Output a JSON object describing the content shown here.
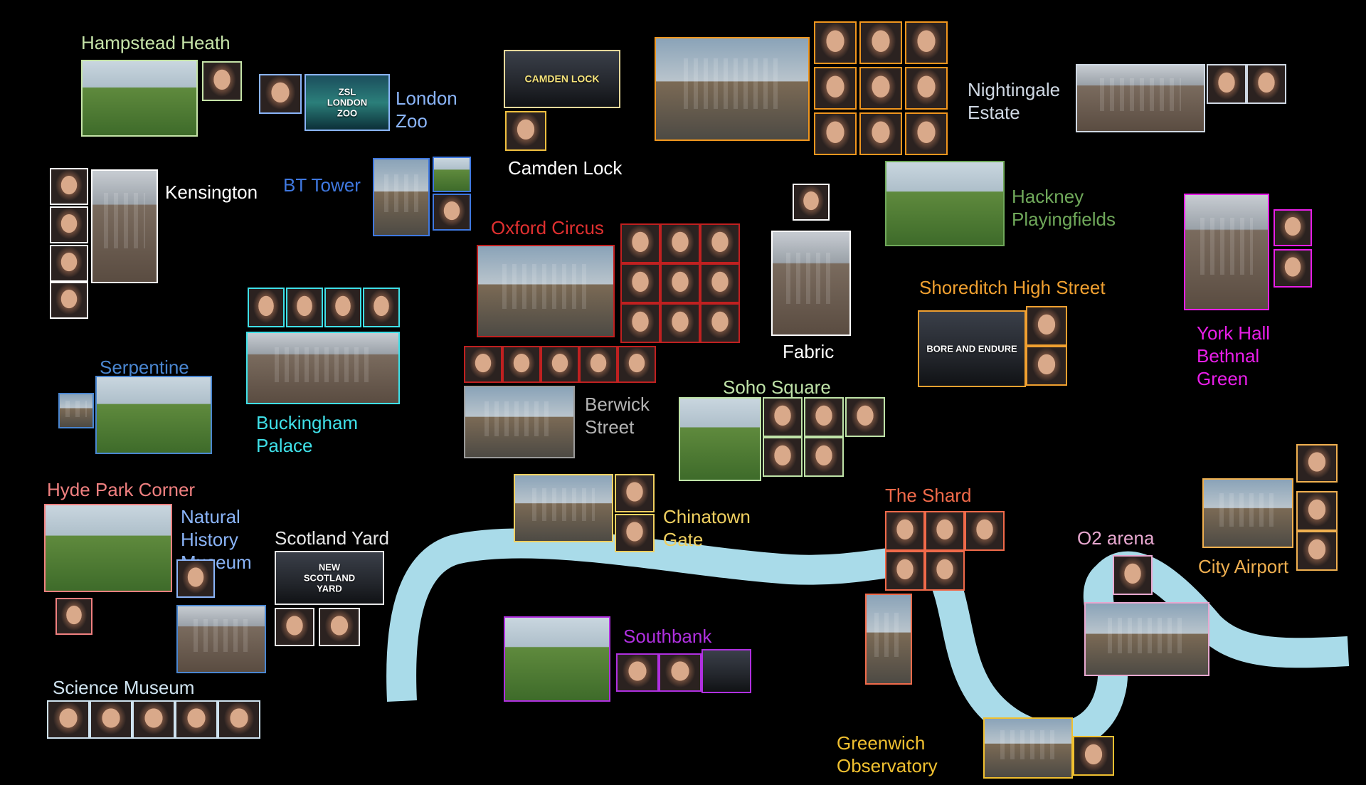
{
  "colors": {
    "background": "#000000",
    "river": "#a9dbe9"
  },
  "locations": {
    "hampstead_heath": {
      "label": "Hampstead Heath",
      "color": "#c5e3a8"
    },
    "london_zoo": {
      "label": "London\nZoo",
      "color": "#8ab4f8",
      "sign_text": "ZSL\nLONDON\nZOO"
    },
    "camden_lock": {
      "label": "Camden Lock",
      "color": "#ffffff",
      "sign_text": "CAMDEN LOCK"
    },
    "nightingale_estate": {
      "label": "Nightingale\nEstate",
      "color": "#cfd8e3"
    },
    "kensington": {
      "label": "Kensington",
      "color": "#ffffff"
    },
    "bt_tower": {
      "label": "BT Tower",
      "color": "#3f78e0"
    },
    "oxford_circus": {
      "label": "Oxford Circus",
      "color": "#e03030"
    },
    "hackney_playingfields": {
      "label": "Hackney\nPlayingfields",
      "color": "#6fa85a"
    },
    "fabric": {
      "label": "Fabric",
      "color": "#ffffff"
    },
    "shoreditch_high_street": {
      "label": "Shoreditch High Street",
      "color": "#f0a030",
      "sign_text": "BORE AND ENDURE"
    },
    "york_hall": {
      "label": "York Hall\nBethnal\nGreen",
      "color": "#e81ee8"
    },
    "serpentine": {
      "label": "Serpentine",
      "color": "#4a86d0"
    },
    "buckingham_palace": {
      "label": "Buckingham\nPalace",
      "color": "#3fe0e8"
    },
    "berwick_street": {
      "label": "Berwick\nStreet",
      "color": "#b4b4b4"
    },
    "soho_square": {
      "label": "Soho Square",
      "color": "#bfe3a8"
    },
    "hyde_park_corner": {
      "label": "Hyde Park Corner",
      "color": "#f08080"
    },
    "natural_history_museum": {
      "label": "Natural\nHistory\nMuseum",
      "color": "#8ab4f8"
    },
    "scotland_yard": {
      "label": "Scotland Yard",
      "color": "#e6e6e6",
      "sign_text": "NEW\nSCOTLAND\nYARD"
    },
    "chinatown_gate": {
      "label": "Chinatown\nGate",
      "color": "#f0d060"
    },
    "the_shard": {
      "label": "The Shard",
      "color": "#f06a4a"
    },
    "o2_arena": {
      "label": "O2 arena",
      "color": "#e8a8d0"
    },
    "city_airport": {
      "label": "City Airport",
      "color": "#f0b050"
    },
    "science_museum": {
      "label": "Science Museum",
      "color": "#cfe3f0"
    },
    "southbank": {
      "label": "Southbank",
      "color": "#b030e0"
    },
    "greenwich_observatory": {
      "label": "Greenwich\nObservatory",
      "color": "#f0c030"
    }
  }
}
